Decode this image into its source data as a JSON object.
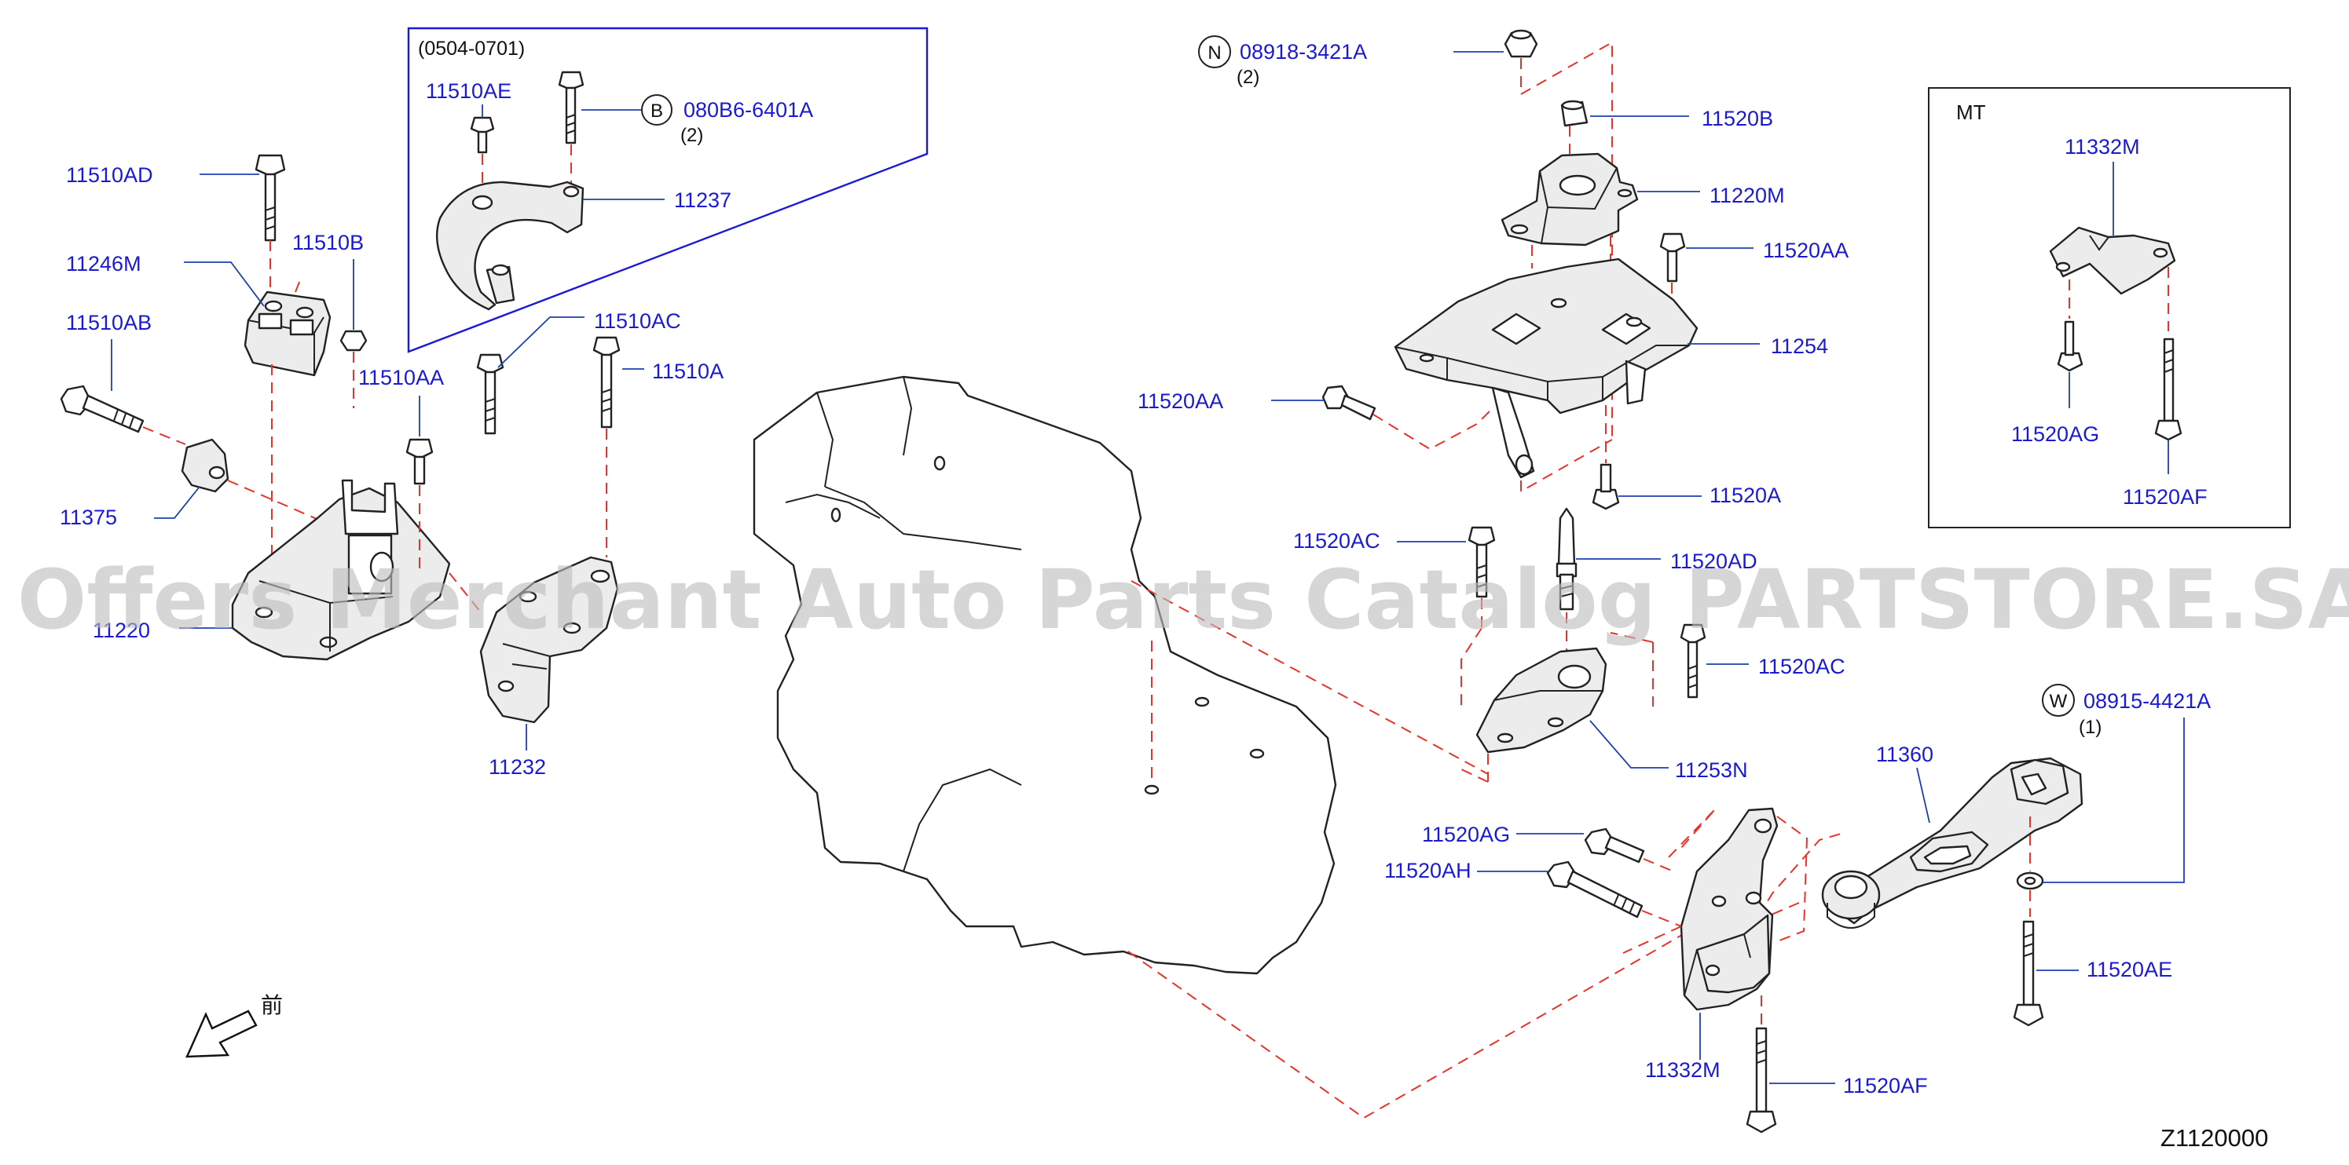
{
  "watermark": "Offers Merchant Auto Parts Catalog PARTSTORE.SA",
  "diagram_code": "Z1120000",
  "front_marker": "前",
  "inset_variant": {
    "range": "(0504-0701)",
    "labels": {
      "bolt_ae": "11510AE",
      "bolt_b": "080B6-6401A",
      "bolt_b_qty": "(2)",
      "bolt_b_circle": "B",
      "bracket": "11237"
    }
  },
  "inset_mt": {
    "title": "MT",
    "labels": {
      "bracket": "11332M",
      "bolt_ag": "11520AG",
      "bolt_af": "11520AF"
    }
  },
  "left_group": {
    "labels": {
      "bolt_ad": "11510AD",
      "stopper": "11246M",
      "nut_b": "11510B",
      "bolt_ab": "11510AB",
      "bolt_aa": "11510AA",
      "bolt_ac": "11510AC",
      "bolt_a": "11510A",
      "clip": "11375",
      "mount": "11220",
      "bracket": "11232"
    }
  },
  "right_upper": {
    "labels": {
      "nut_n": "08918-3421A",
      "nut_n_qty": "(2)",
      "nut_n_circle": "N",
      "cap_b": "11520B",
      "mount_m": "11220M",
      "bolt_aa_1": "11520AA",
      "bracket_254": "11254",
      "bolt_aa_2": "11520AA",
      "bolt_a": "11520A",
      "bolt_ac_1": "11520AC",
      "stud_ad": "11520AD",
      "bolt_ac_2": "11520AC",
      "bracket_n": "11253N"
    }
  },
  "right_lower": {
    "labels": {
      "rod": "11360",
      "washer": "08915-4421A",
      "washer_qty": "(1)",
      "washer_circle": "W",
      "bolt_ag": "11520AG",
      "bolt_ah": "11520AH",
      "bolt_ae": "11520AE",
      "bracket_m": "11332M",
      "bolt_af": "11520AF"
    }
  },
  "colors": {
    "label": "#1a1ad6",
    "leader": "#1f3fb0",
    "dash": "#e8332a",
    "outline": "#222222",
    "watermark": "#bdbdbd"
  }
}
